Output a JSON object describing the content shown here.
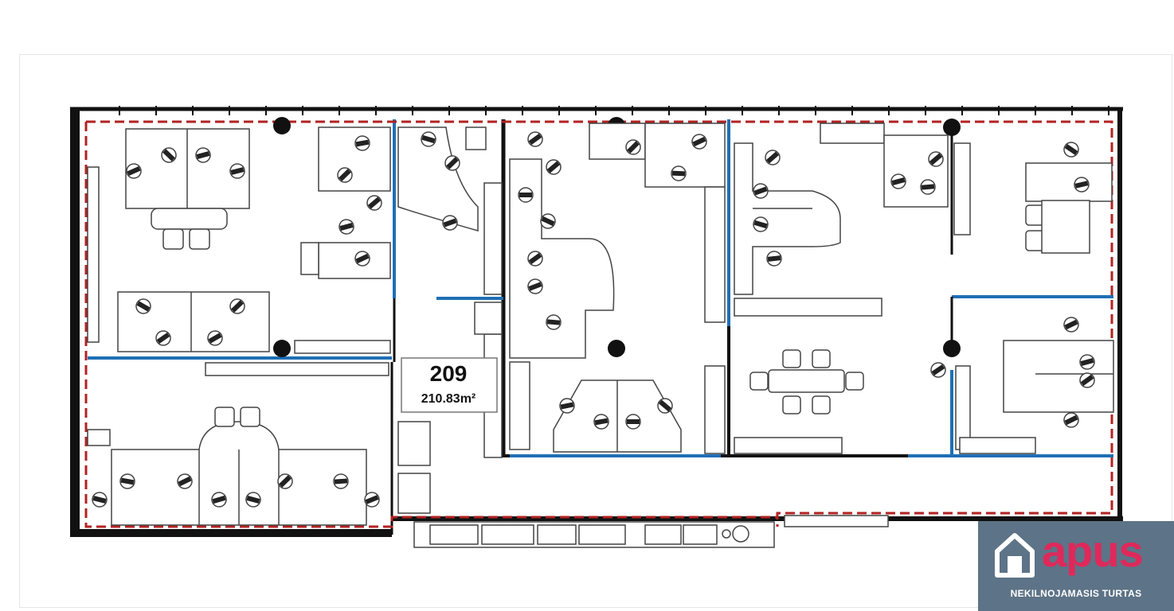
{
  "plan": {
    "room_number": "209",
    "room_area": "210.83m²"
  },
  "logo": {
    "wordmark": "apus",
    "tagline": "NEKILNOJAMASIS TURTAS"
  },
  "colors": {
    "wall": "#111111",
    "glass_partition": "#1f6fb5",
    "boundary": "#b22222",
    "furniture_stroke": "#444444",
    "logo_bg": "#5d7387",
    "logo_accent": "#e0285a"
  },
  "icons": [
    "house-icon",
    "column-icon",
    "office-chair-icon",
    "desk-icon",
    "meeting-table-icon",
    "sink-icon"
  ]
}
